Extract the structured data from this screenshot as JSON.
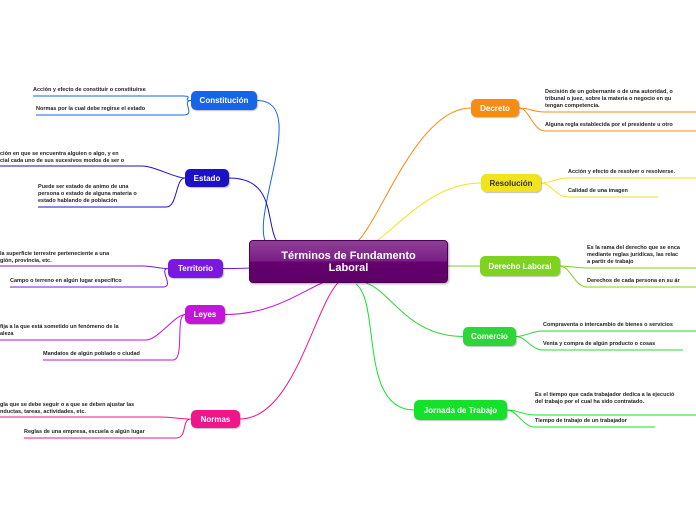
{
  "central_topic": "Términos de Fundamento Laboral",
  "branches": [
    {
      "label": "Constitución",
      "color": "#1565e8",
      "leaves": [
        "Acción y efecto de constituir o constituirse",
        "Normas por la cual debe regirse el estado"
      ]
    },
    {
      "label": "Estado",
      "color": "#1b12c8",
      "leaves": [
        "ción en que se encuentra alguien o algo, y en\ncial cada uno de sus sucesivos modos de ser o",
        "Puede ser estado de animo de una\npersona o estado de alguna materia o\nestado hablando de población"
      ]
    },
    {
      "label": "Territorio",
      "color": "#7a17e0",
      "leaves": [
        "la superficie terrestre perteneciente a una\ngión, provincia, etc.",
        "Campo o terreno en algún lugar específico"
      ]
    },
    {
      "label": "Leyes",
      "color": "#c515d8",
      "leaves": [
        "fija a la que está sometido un fenómeno de la\naleza",
        "Mandatos de algún poblado o ciudad"
      ]
    },
    {
      "label": "Normas",
      "color": "#f0158a",
      "leaves": [
        "gla que se debe seguir o a que se deben ajustar las\nnductas, tareas, actividades, etc.",
        "Reglas de una empresa, escuela o algún lugar"
      ]
    },
    {
      "label": "Decreto",
      "color": "#f68c14",
      "leaves": [
        "Decisión de un gobernante o de una autoridad, o\ntribunal o juez, sobre la materia o negocio en qu\ntengan competencia.",
        "Alguna regla establecida por el presidente u otro"
      ]
    },
    {
      "label": "Resolución",
      "color": "#f2e41c",
      "leaves": [
        "Acción y efecto de resolver o resolverse.",
        "Calidad de una imagen"
      ]
    },
    {
      "label": "Derecho Laboral",
      "color": "#7ed31f",
      "leaves": [
        "Es la rama del derecho que se enca\nmediante reglas jurídicas, las relac\na partir de trabajo",
        "Derechos de cada persona en su ár"
      ]
    },
    {
      "label": "Comercio",
      "color": "#2bd638",
      "leaves": [
        "Compraventa o intercambio de bienes o servicios",
        "Venta y compra de algún producto o cosas"
      ]
    },
    {
      "label": "Jornada de Trabajo",
      "color": "#14e22a",
      "leaves": [
        "Es el tiempo que cada trabajador dedica a la ejecució\ndel trabajo por el cual ha sido contratado.",
        "Tiempo de trabajo de un trabajador"
      ]
    }
  ]
}
